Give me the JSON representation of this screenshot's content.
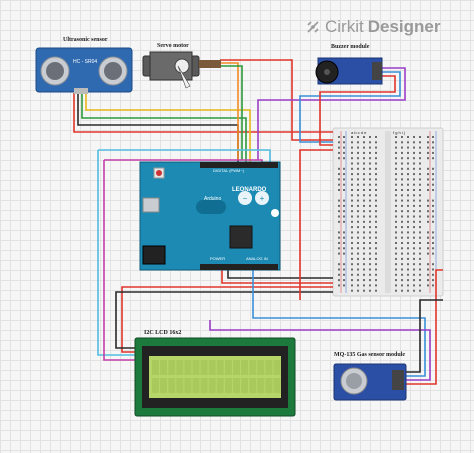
{
  "brand": {
    "name": "Cirkit",
    "strong": "Designer"
  },
  "components": {
    "ultrasonic": {
      "label": "Ultrasonic sensor",
      "model": "HC - SR04"
    },
    "servo": {
      "label": "Servo motor"
    },
    "buzzer": {
      "label": "Buzzer module"
    },
    "arduino": {
      "board": "LEONARDO",
      "brand": "Arduino",
      "header_top": "DIGITAL (PWM~)",
      "header_power": "POWER",
      "header_analog": "ANALOG IN"
    },
    "lcd": {
      "label": "I2C LCD 16x2"
    },
    "gas": {
      "label": "MQ-135 Gas sensor module"
    },
    "breadboard": {
      "cols_left": "a b c d e",
      "cols_right": "f g h i j"
    }
  },
  "colors": {
    "wire_red": "#e0352b",
    "wire_black": "#2a2a2a",
    "wire_green": "#2c9a3c",
    "wire_yellow": "#e8b81a",
    "wire_orange": "#f08a24",
    "wire_blue": "#3a8fd8",
    "wire_purple": "#9a3fc7",
    "wire_cyan": "#52bde0",
    "wire_magenta": "#c43fa8",
    "arduino_blue": "#1d8ab4",
    "lcd_green": "#b7d66a"
  }
}
